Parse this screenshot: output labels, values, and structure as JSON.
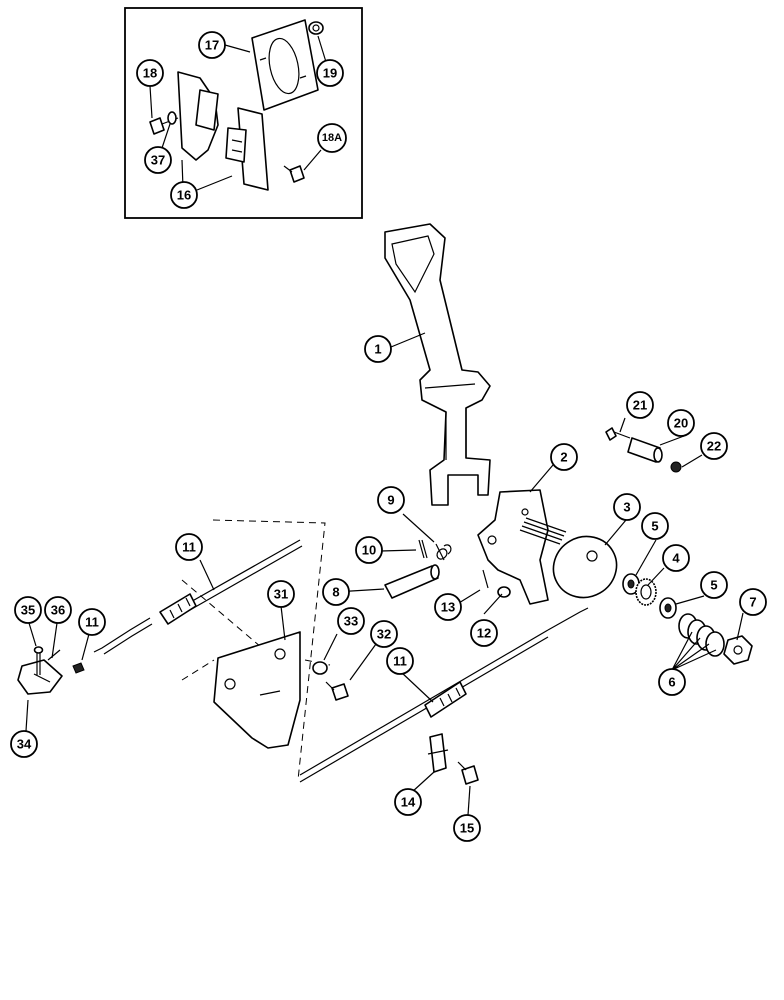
{
  "callouts": {
    "c1": "1",
    "c2": "2",
    "c3": "3",
    "c4": "4",
    "c5a": "5",
    "c5b": "5",
    "c6": "6",
    "c7": "7",
    "c8": "8",
    "c9": "9",
    "c10": "10",
    "c11a": "11",
    "c11b": "11",
    "c11c": "11",
    "c12": "12",
    "c13": "13",
    "c14": "14",
    "c15": "15",
    "c16": "16",
    "c17": "17",
    "c18": "18",
    "c18a": "18A",
    "c19": "19",
    "c20": "20",
    "c21": "21",
    "c22": "22",
    "c31": "31",
    "c32": "32",
    "c33": "33",
    "c34": "34",
    "c35": "35",
    "c36": "36",
    "c37": "37"
  }
}
